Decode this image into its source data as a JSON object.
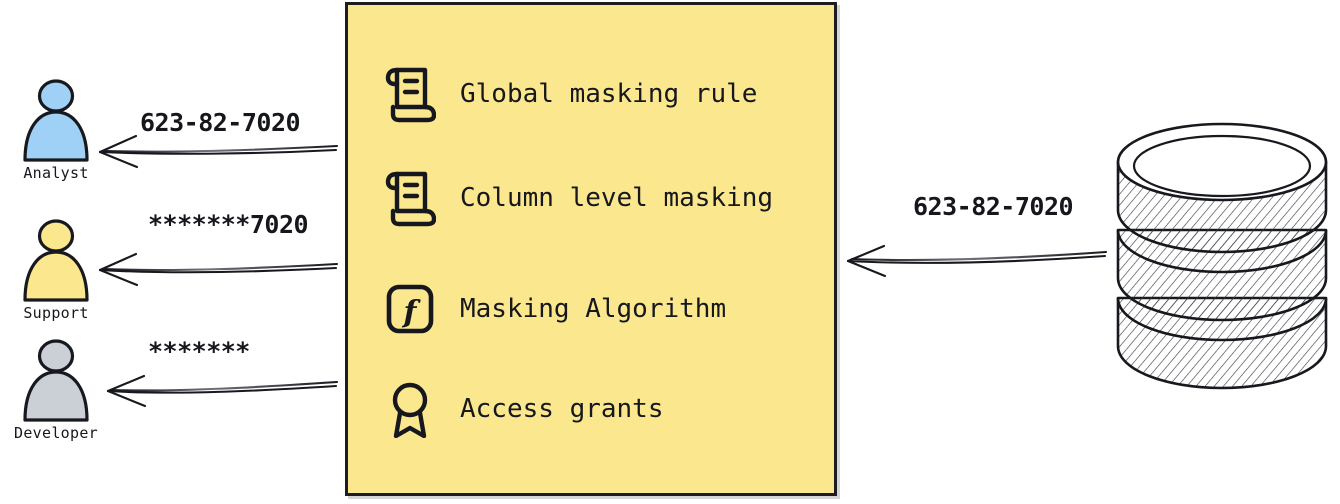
{
  "diagram": {
    "type": "data-masking-flow",
    "colors": {
      "panel_fill": "#FBE78E",
      "panel_stroke": "#1b1d22",
      "analyst_fill": "#9FD0F5",
      "support_fill": "#FBE78E",
      "developer_fill": "#CBD0D6",
      "ink": "#16181d"
    }
  },
  "personas": [
    {
      "id": "analyst",
      "label": "Analyst",
      "fill": "#9FD0F5",
      "flow_label": "623-82-7020"
    },
    {
      "id": "support",
      "label": "Support",
      "fill": "#FBE78E",
      "flow_label": "*******7020"
    },
    {
      "id": "developer",
      "label": "Developer",
      "fill": "#CBD0D6",
      "flow_label": "*******"
    }
  ],
  "source": {
    "name": "database",
    "icon": "database-cylinder-icon",
    "flow_label": "623-82-7020"
  },
  "panel": {
    "items": [
      {
        "icon": "scroll-icon",
        "label": "Global masking rule"
      },
      {
        "icon": "scroll-icon",
        "label": "Column level masking"
      },
      {
        "icon": "function-icon",
        "label": "Masking Algorithm"
      },
      {
        "icon": "award-icon",
        "label": "Access grants"
      }
    ]
  },
  "arrows": [
    {
      "id": "arrow-to-analyst",
      "from": "policy-panel",
      "to": "analyst",
      "direction": "left"
    },
    {
      "id": "arrow-to-support",
      "from": "policy-panel",
      "to": "support",
      "direction": "left"
    },
    {
      "id": "arrow-to-developer",
      "from": "policy-panel",
      "to": "developer",
      "direction": "left"
    },
    {
      "id": "arrow-from-database",
      "from": "database",
      "to": "policy-panel",
      "direction": "left"
    }
  ]
}
